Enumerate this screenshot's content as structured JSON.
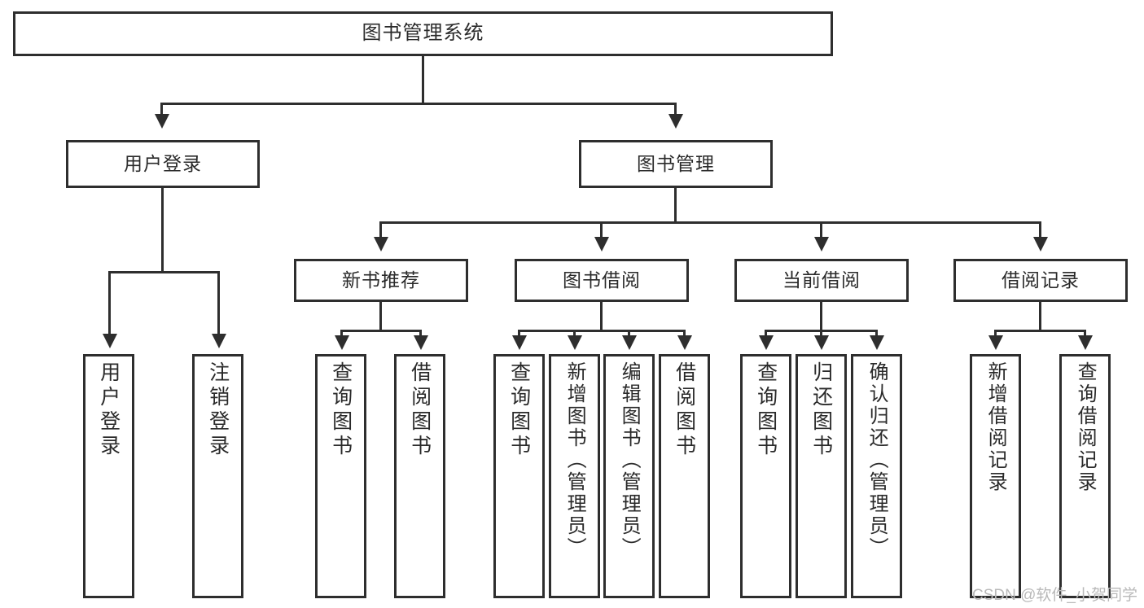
{
  "diagram": {
    "type": "tree",
    "title": "图书管理系统",
    "root": {
      "label": "图书管理系统"
    },
    "level2": [
      {
        "label": "用户登录"
      },
      {
        "label": "图书管理"
      }
    ],
    "level3": [
      {
        "label": "新书推荐"
      },
      {
        "label": "图书借阅"
      },
      {
        "label": "当前借阅"
      },
      {
        "label": "借阅记录"
      }
    ],
    "leaves": {
      "user_login": [
        {
          "label": "用户登录"
        },
        {
          "label": "注销登录"
        }
      ],
      "new_book_recommend": [
        {
          "label": "查询图书"
        },
        {
          "label": "借阅图书"
        }
      ],
      "book_borrow": [
        {
          "label": "查询图书"
        },
        {
          "label": "新增图书（管理员）"
        },
        {
          "label": "编辑图书（管理员）"
        },
        {
          "label": "借阅图书"
        }
      ],
      "current_borrow": [
        {
          "label": "查询图书"
        },
        {
          "label": "归还图书"
        },
        {
          "label": "确认归还（管理员）"
        }
      ],
      "borrow_record": [
        {
          "label": "新增借阅记录"
        },
        {
          "label": "查询借阅记录"
        }
      ]
    }
  },
  "watermark": {
    "text": "CSDN @软件_小贺同学"
  },
  "colors": {
    "background": "#ffffff",
    "border": "#2e2e2e",
    "text": "#2a2a2a",
    "watermark": "#b9b9b9"
  }
}
